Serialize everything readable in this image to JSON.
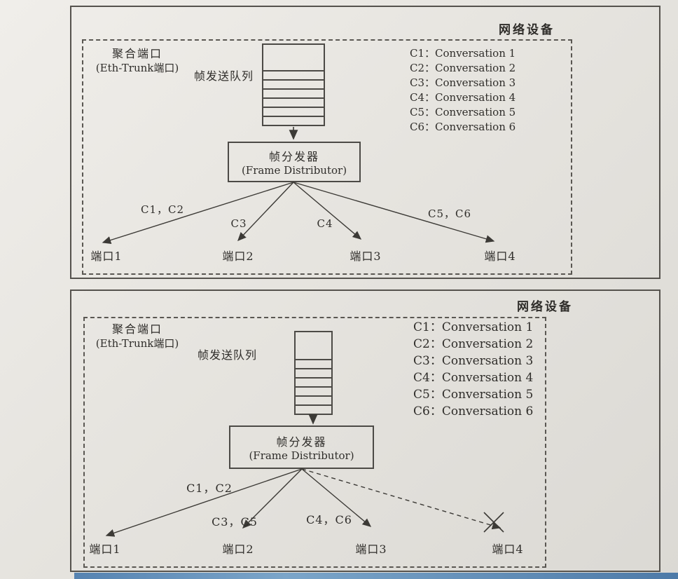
{
  "colors": {
    "ink": "#2f2d2a",
    "line": "#3c3a36",
    "paper": "#e6e4df",
    "strip": "#4d7aa8"
  },
  "panels": [
    {
      "device_label": "网络设备",
      "aggregate_port_label": "聚合端口",
      "aggregate_port_sublabel": "(Eth-Trunk端口)",
      "queue_label": "帧发送队列",
      "distributor_label": "帧分发器",
      "distributor_sublabel": "(Frame Distributor)",
      "legend": [
        "C1：Conversation 1",
        "C2：Conversation 2",
        "C3：Conversation 3",
        "C4：Conversation 4",
        "C5：Conversation 5",
        "C6：Conversation 6"
      ],
      "flow_labels": [
        "C1，C2",
        "C3",
        "C4",
        "C5，C6"
      ],
      "ports": [
        "端口1",
        "端口2",
        "端口3",
        "端口4"
      ]
    },
    {
      "device_label": "网络设备",
      "aggregate_port_label": "聚合端口",
      "aggregate_port_sublabel": "(Eth-Trunk端口)",
      "queue_label": "帧发送队列",
      "distributor_label": "帧分发器",
      "distributor_sublabel": "(Frame Distributor)",
      "legend": [
        "C1：Conversation 1",
        "C2：Conversation 2",
        "C3：Conversation 3",
        "C4：Conversation 4",
        "C5：Conversation 5",
        "C6：Conversation 6"
      ],
      "flow_labels": [
        "C1，C2",
        "C3，C5",
        "C4，C6"
      ],
      "ports": [
        "端口1",
        "端口2",
        "端口3",
        "端口4"
      ]
    }
  ]
}
